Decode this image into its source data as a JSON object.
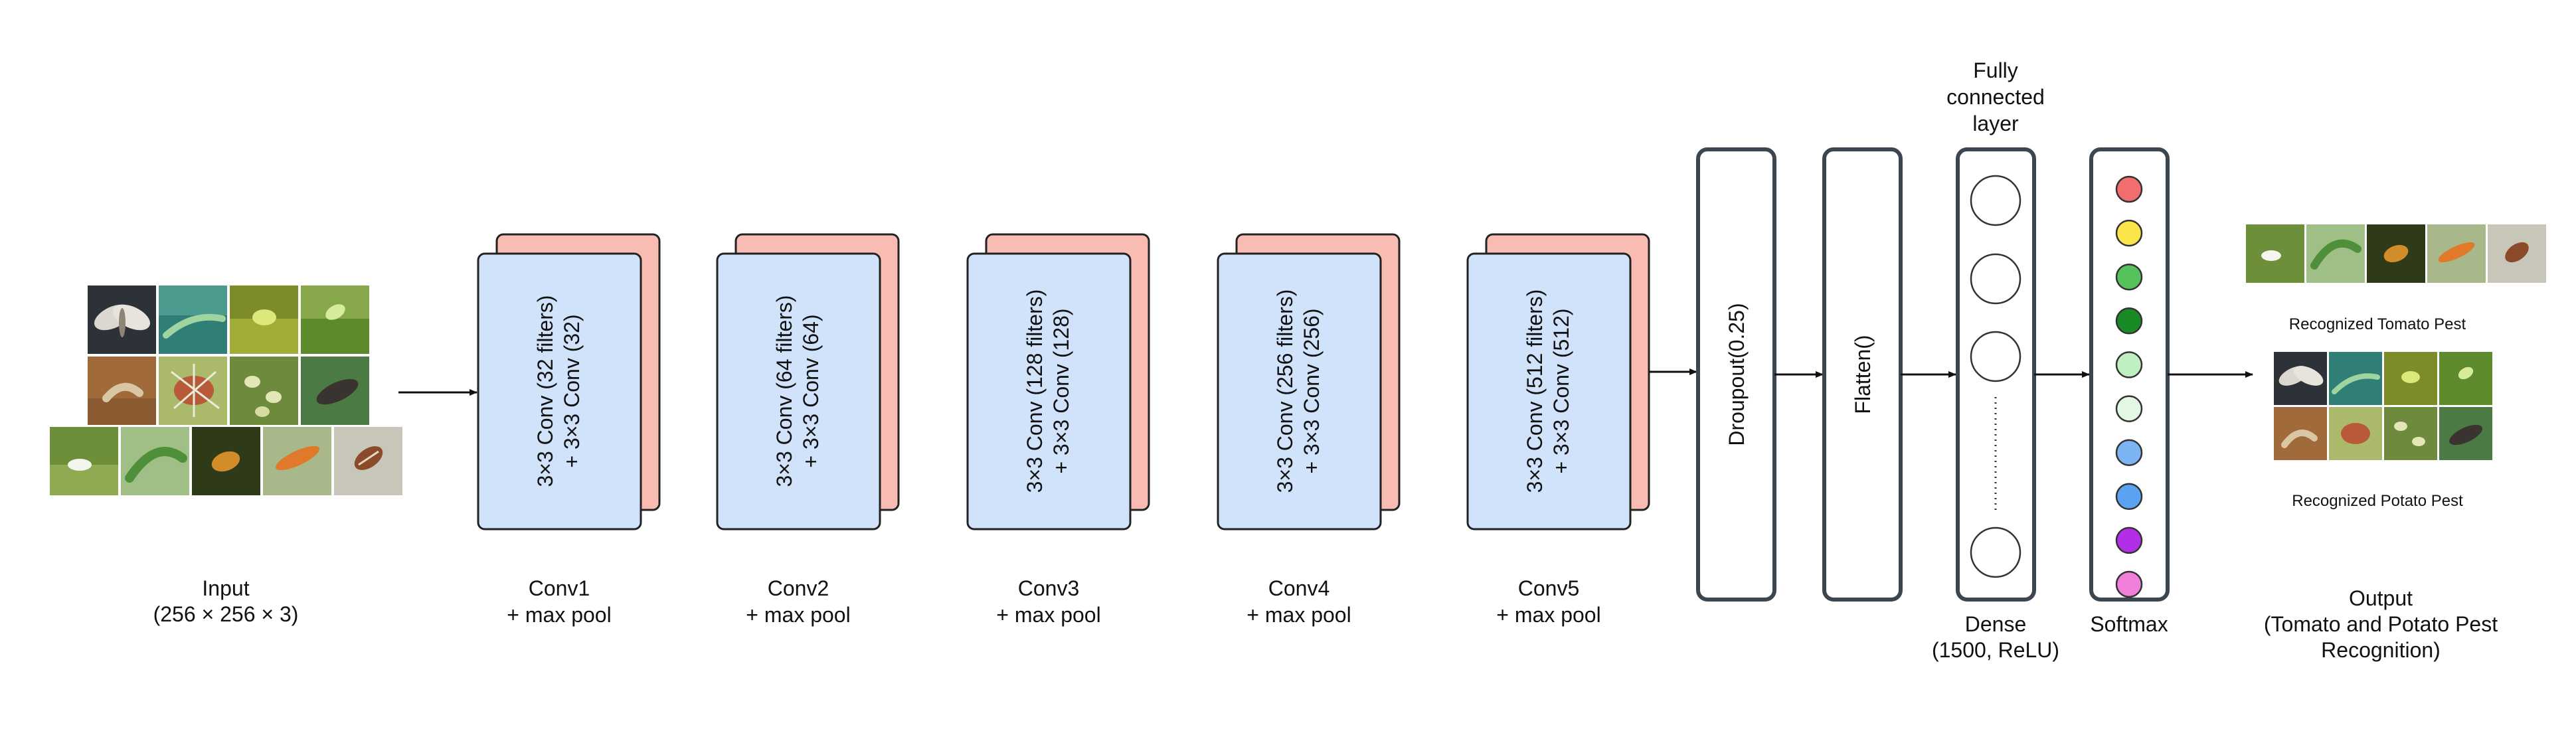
{
  "input": {
    "label": "Input",
    "shape": "(256 × 256 × 3)",
    "thumbnails": [
      "moth",
      "leaf-caterpillar",
      "yellow-nymph",
      "green-aphid",
      "soil-grub",
      "spiky-larva",
      "beetle-cluster",
      "grey-weevil",
      "whitefly",
      "green-caterpillar",
      "orange-beetle",
      "orange-bug",
      "striped-fly"
    ]
  },
  "conv_blocks": [
    {
      "line1": "3×3 Conv (32 filters)",
      "line2": "+ 3×3 Conv (32)",
      "caption1": "Conv1",
      "caption2": "+ max pool"
    },
    {
      "line1": "3×3 Conv (64 filters)",
      "line2": "+ 3×3 Conv (64)",
      "caption1": "Conv2",
      "caption2": "+ max pool"
    },
    {
      "line1": "3×3 Conv (128 filters)",
      "line2": "+ 3×3 Conv (128)",
      "caption1": "Conv3",
      "caption2": "+ max pool"
    },
    {
      "line1": "3×3 Conv (256 filters)",
      "line2": "+ 3×3 Conv (256)",
      "caption1": "Conv4",
      "caption2": "+ max pool"
    },
    {
      "line1": "3×3 Conv (512 filters)",
      "line2": "+ 3×3 Conv (512)",
      "caption1": "Conv5",
      "caption2": "+ max pool"
    }
  ],
  "dropout": {
    "label": "Droupout(0.25)"
  },
  "flatten": {
    "label": "Flatten()"
  },
  "dense": {
    "title_lines": [
      "Fully",
      "connected",
      "layer"
    ],
    "caption_lines": [
      "Dense",
      "(1500, ReLU)"
    ]
  },
  "softmax": {
    "caption": "Softmax",
    "node_colors": [
      "#f26d6d",
      "#fbe54a",
      "#56c15a",
      "#1a8a26",
      "#bff0c2",
      "#e3f7e4",
      "#7cb3f2",
      "#5aa3f0",
      "#b12fe8",
      "#ef7fd9"
    ]
  },
  "output": {
    "tomato_label": "Recognized Tomato Pest",
    "potato_label": "Recognized Potato Pest",
    "caption_lines": [
      "Output",
      "(Tomato and Potato Pest",
      "Recognition)"
    ]
  },
  "colors": {
    "conv_front": "#d0e3fb",
    "conv_back": "#f8bcb2",
    "stroke": "#222222",
    "panel_stroke": "#3c4650"
  }
}
